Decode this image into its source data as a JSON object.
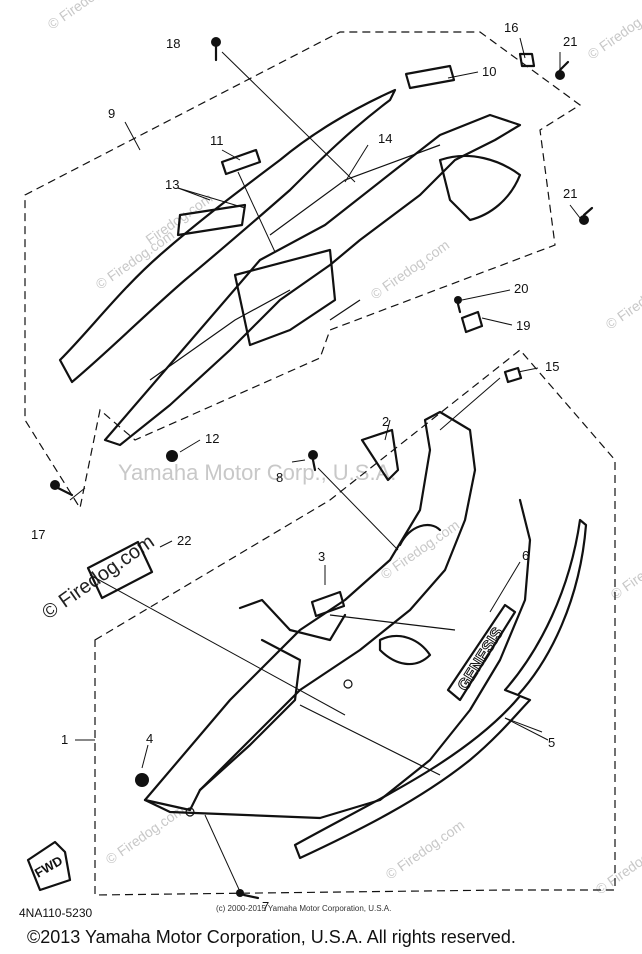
{
  "diagram_code": "4NA110-5230",
  "copyright": "©2013 Yamaha Motor Corporation, U.S.A. All rights reserved.",
  "small_copyright": "(c) 2000-2015 Yamaha Motor Corporation, U.S.A.",
  "watermarks": {
    "center": "Yamaha Motor Corp., U.S.A.",
    "firedog": "© Firedog.com",
    "firedog_short": "Firedog.com"
  },
  "fwd_label": "FWD",
  "brand_emblem": "GENESIS",
  "callouts": [
    "1",
    "2",
    "3",
    "4",
    "5",
    "6",
    "7",
    "8",
    "9",
    "10",
    "11",
    "12",
    "13",
    "14",
    "15",
    "16",
    "17",
    "18",
    "19",
    "20",
    "21",
    "21",
    "22"
  ]
}
